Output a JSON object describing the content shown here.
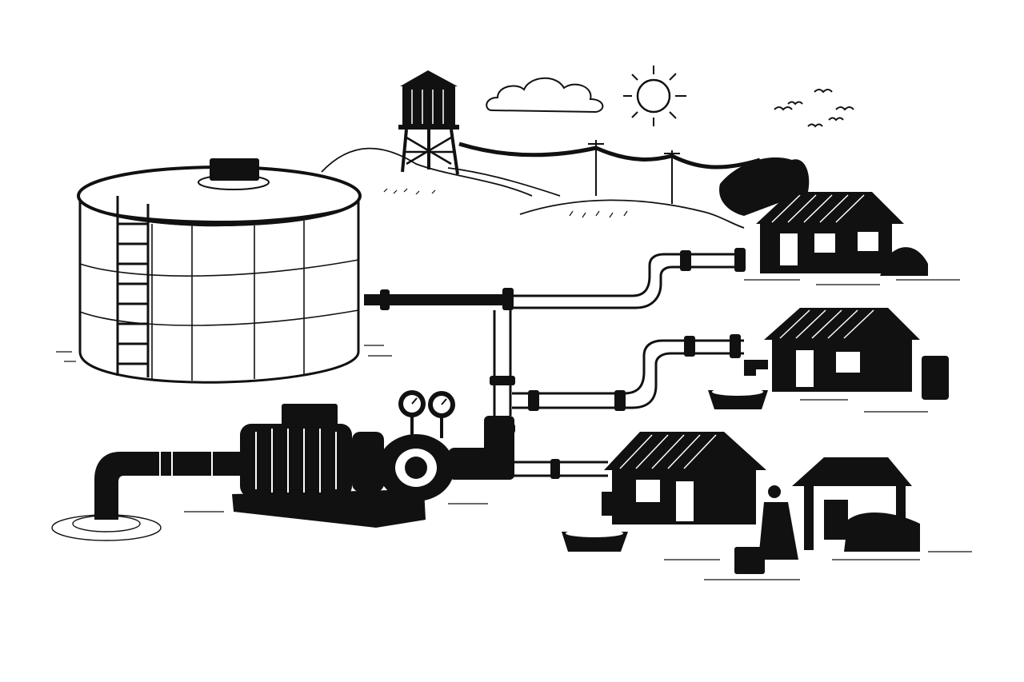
{
  "colors": {
    "ink": "#111111",
    "paper": "#ffffff"
  },
  "icons": {
    "storage_tank": "storage-tank-icon",
    "water_tower": "water-tower-icon",
    "pump": "centrifugal-pump-icon",
    "house": "house-icon",
    "sun": "sun-icon",
    "cloud": "cloud-icon",
    "bird": "bird-icon"
  },
  "houses": [
    {
      "id": "top"
    },
    {
      "id": "middle"
    },
    {
      "id": "bottom"
    }
  ],
  "birds": [
    {},
    {},
    {},
    {},
    {},
    {}
  ]
}
